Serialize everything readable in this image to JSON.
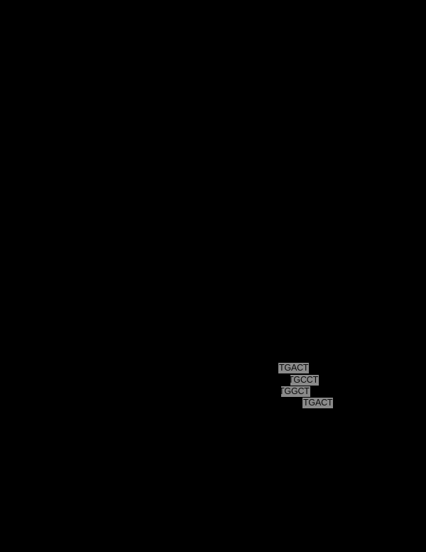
{
  "page": {
    "background_color": "#000000",
    "description": "Inverted scanned document page, almost entirely black"
  },
  "sequence_block": {
    "highlight_color": "#8a8a8a",
    "text_color": "#0a0a0a",
    "rows": [
      {
        "id": "row-1",
        "text": "TGACT",
        "clipped_left": false,
        "clipped_right": true
      },
      {
        "id": "row-2",
        "text": "TGCCT",
        "clipped_left": true,
        "clipped_right": true
      },
      {
        "id": "row-3",
        "text": "TGGCT",
        "clipped_left": true,
        "clipped_right": true
      },
      {
        "id": "row-4",
        "text": "TGACT",
        "clipped_left": false,
        "clipped_right": false
      }
    ]
  }
}
